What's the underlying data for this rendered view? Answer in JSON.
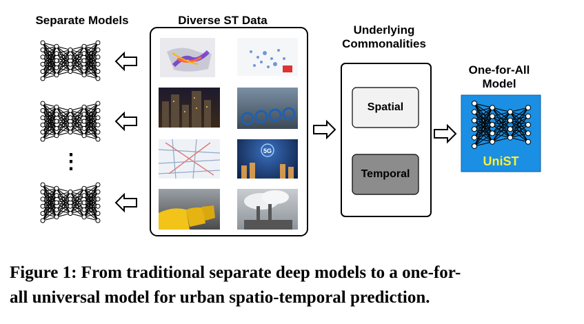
{
  "left": {
    "title": "Separate Models",
    "ellipsis": "⋮"
  },
  "data": {
    "title": "Diverse ST Data",
    "tiles": [
      "trajectory-heatmap-map",
      "city-scatter-map",
      "night-city-skyline",
      "bike-sharing-station",
      "road-network-map",
      "5g-network-city",
      "yellow-taxis",
      "factory-pollution"
    ]
  },
  "middle": {
    "title_line1": "Underlying",
    "title_line2": "Commonalities",
    "spatial": "Spatial",
    "temporal": "Temporal"
  },
  "right": {
    "title_line1": "One-for-All",
    "title_line2": "Model",
    "brand": "UniST"
  },
  "caption": {
    "line1": "Figure 1: From traditional separate deep models to a one-for-",
    "line2": "all universal model for urban spatio-temporal prediction."
  },
  "colors": {
    "unist_bg": "#1a8fe3",
    "unist_text": "#ffee33",
    "spatial_bg": "#f2f2f2",
    "temporal_bg": "#8c8c8c"
  }
}
